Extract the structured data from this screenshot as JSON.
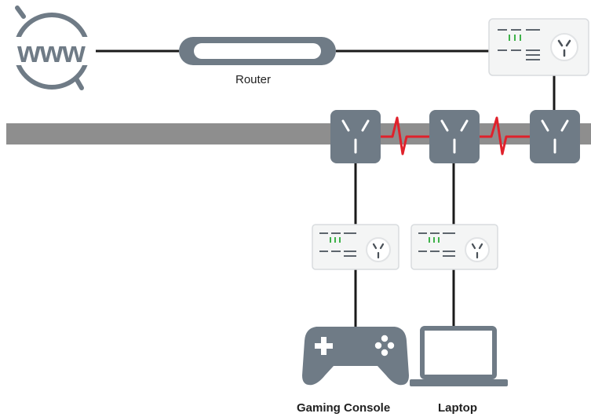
{
  "labels": {
    "www": "www",
    "router": "Router",
    "gaming_console": "Gaming Console",
    "laptop": "Laptop"
  },
  "colors": {
    "device_gray": "#6f7b86",
    "wall_gray": "#8e8e8e",
    "cable": "#1a1a1a",
    "signal_red": "#e0212b"
  }
}
